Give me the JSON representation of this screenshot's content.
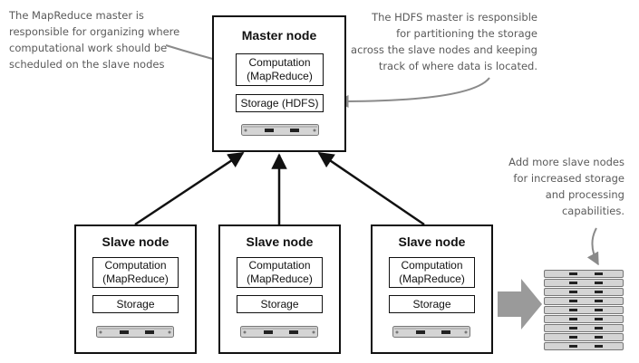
{
  "master": {
    "title": "Master node",
    "computation_line1": "Computation",
    "computation_line2": "(MapReduce)",
    "storage": "Storage (HDFS)"
  },
  "slaves": [
    {
      "title": "Slave node",
      "computation_line1": "Computation",
      "computation_line2": "(MapReduce)",
      "storage": "Storage"
    },
    {
      "title": "Slave node",
      "computation_line1": "Computation",
      "computation_line2": "(MapReduce)",
      "storage": "Storage"
    },
    {
      "title": "Slave node",
      "computation_line1": "Computation",
      "computation_line2": "(MapReduce)",
      "storage": "Storage"
    }
  ],
  "annotations": {
    "mapreduce_master": [
      "The MapReduce master is",
      "responsible for organizing where",
      "computational work should be",
      "scheduled on the slave nodes"
    ],
    "hdfs_master": [
      "The HDFS master is responsible",
      "for partitioning the storage",
      "across the slave nodes and keeping",
      "track of where data is located."
    ],
    "add_slaves": [
      "Add more slave nodes",
      "for increased storage",
      "and processing",
      "capabilities."
    ]
  },
  "colors": {
    "annotation_text": "#5a5a5a",
    "annotation_arrow": "#8a8a8a",
    "expand_arrow": "#9a9a9a"
  }
}
